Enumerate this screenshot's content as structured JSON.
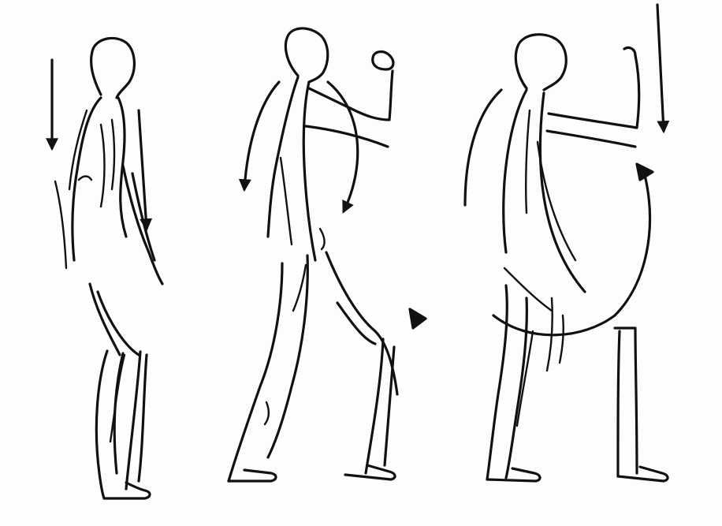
{
  "figure": {
    "panels": [
      {
        "pose": "standing-upright"
      },
      {
        "pose": "stepping-forward-arm-raised"
      },
      {
        "pose": "lunge-arm-raised-with-rotation-arc"
      }
    ],
    "colors": {
      "ink": "#111111",
      "paper": "#fdfdfc"
    }
  }
}
